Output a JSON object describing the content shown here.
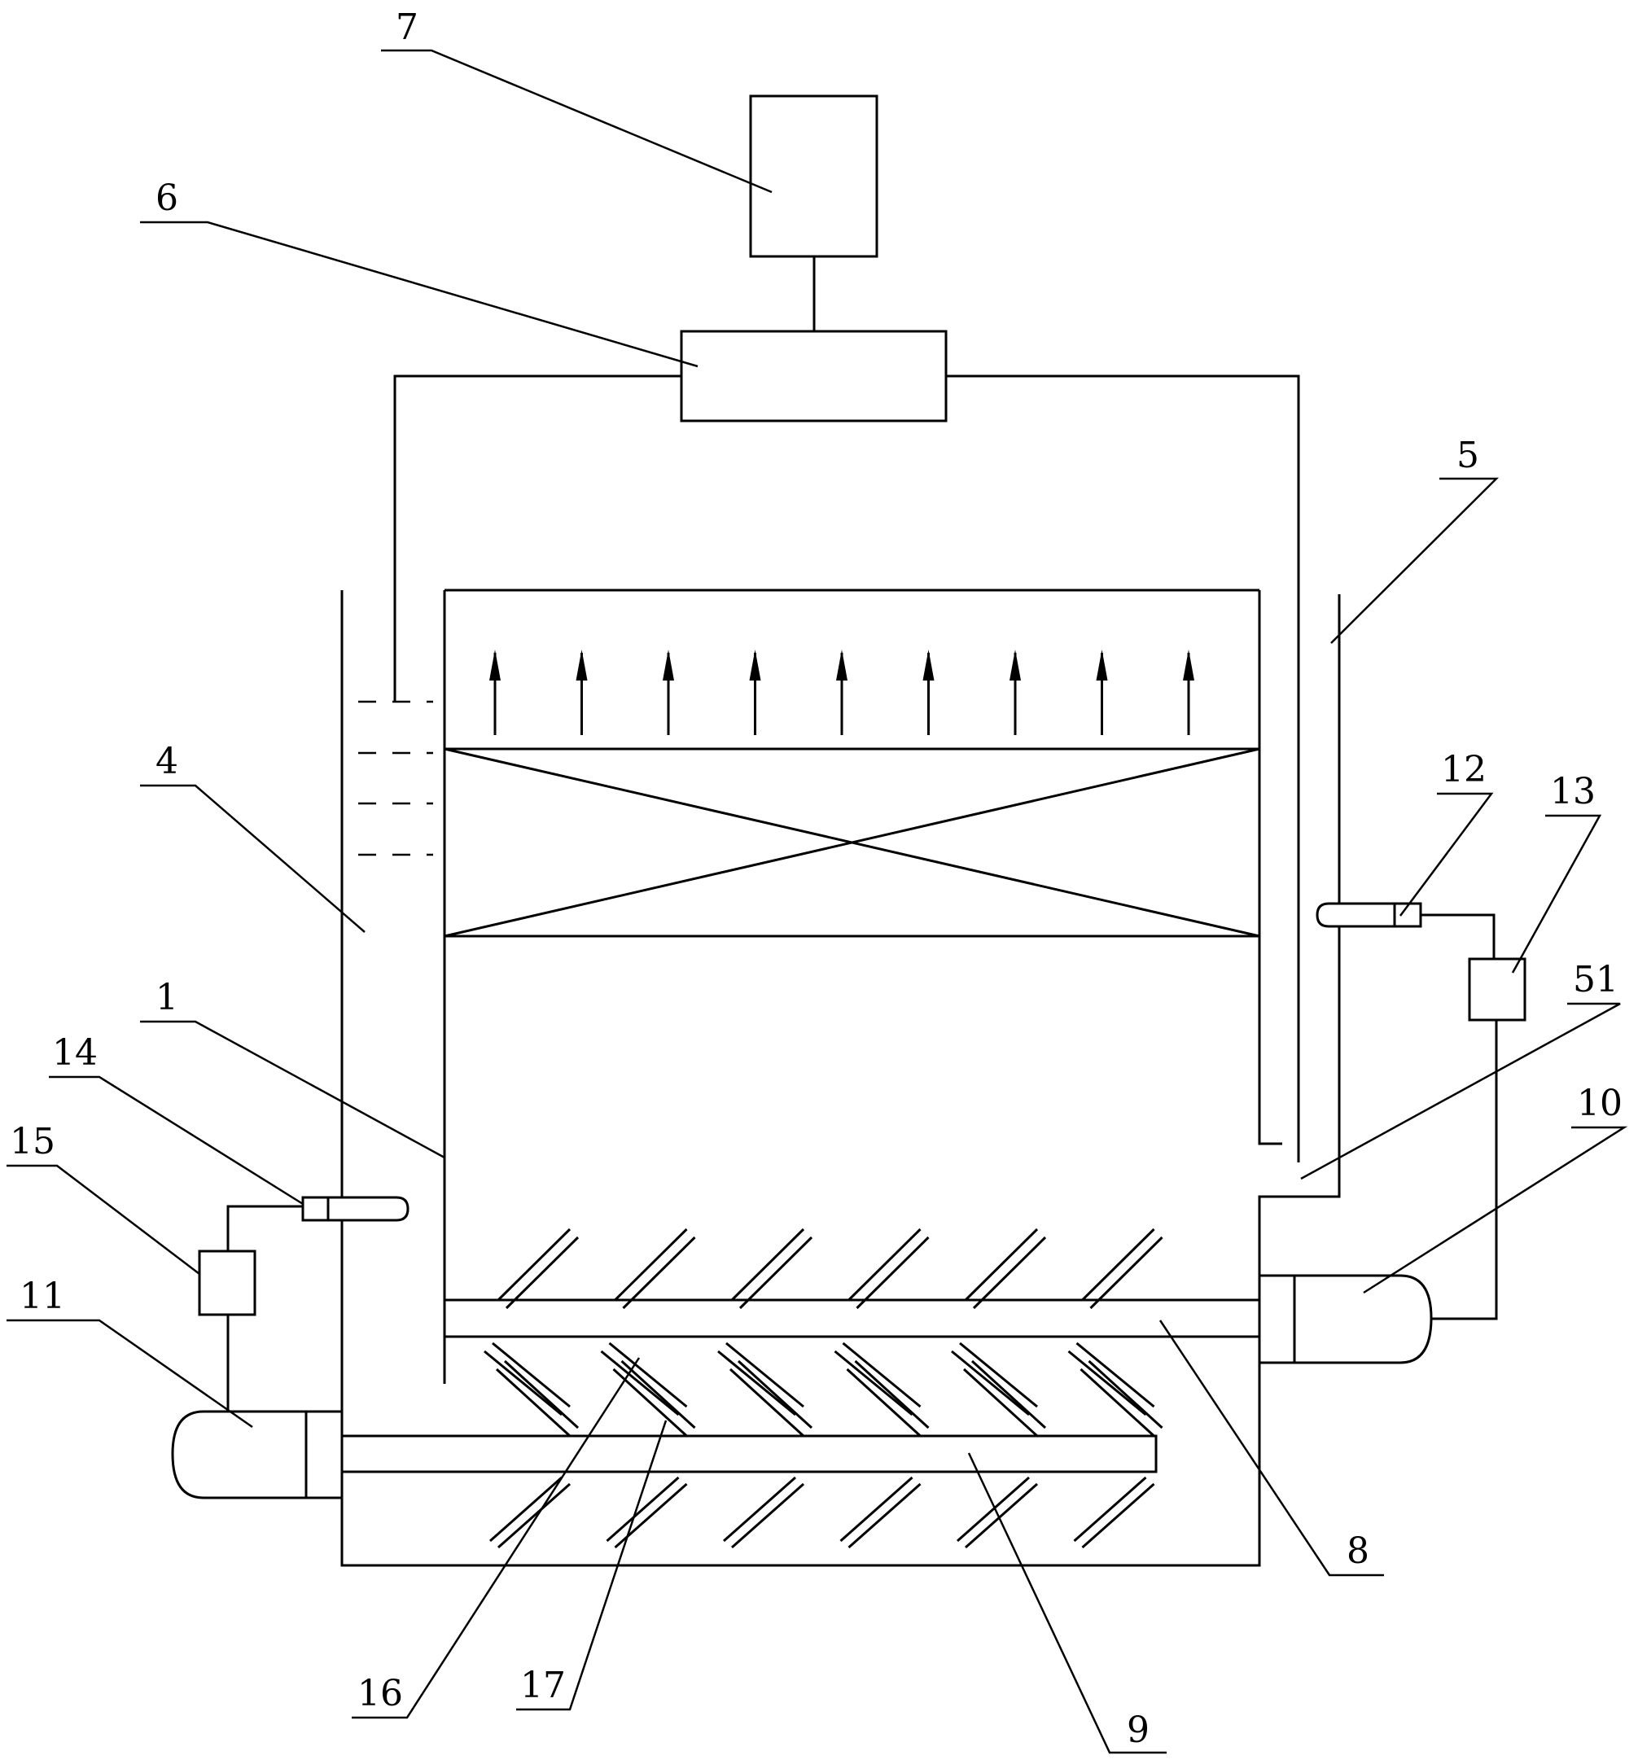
{
  "labels": {
    "l1": "1",
    "l4": "4",
    "l5": "5",
    "l51": "51",
    "l6": "6",
    "l7": "7",
    "l8": "8",
    "l9": "9",
    "l10": "10",
    "l11": "11",
    "l12": "12",
    "l13": "13",
    "l14": "14",
    "l15": "15",
    "l16": "16",
    "l17": "17"
  }
}
